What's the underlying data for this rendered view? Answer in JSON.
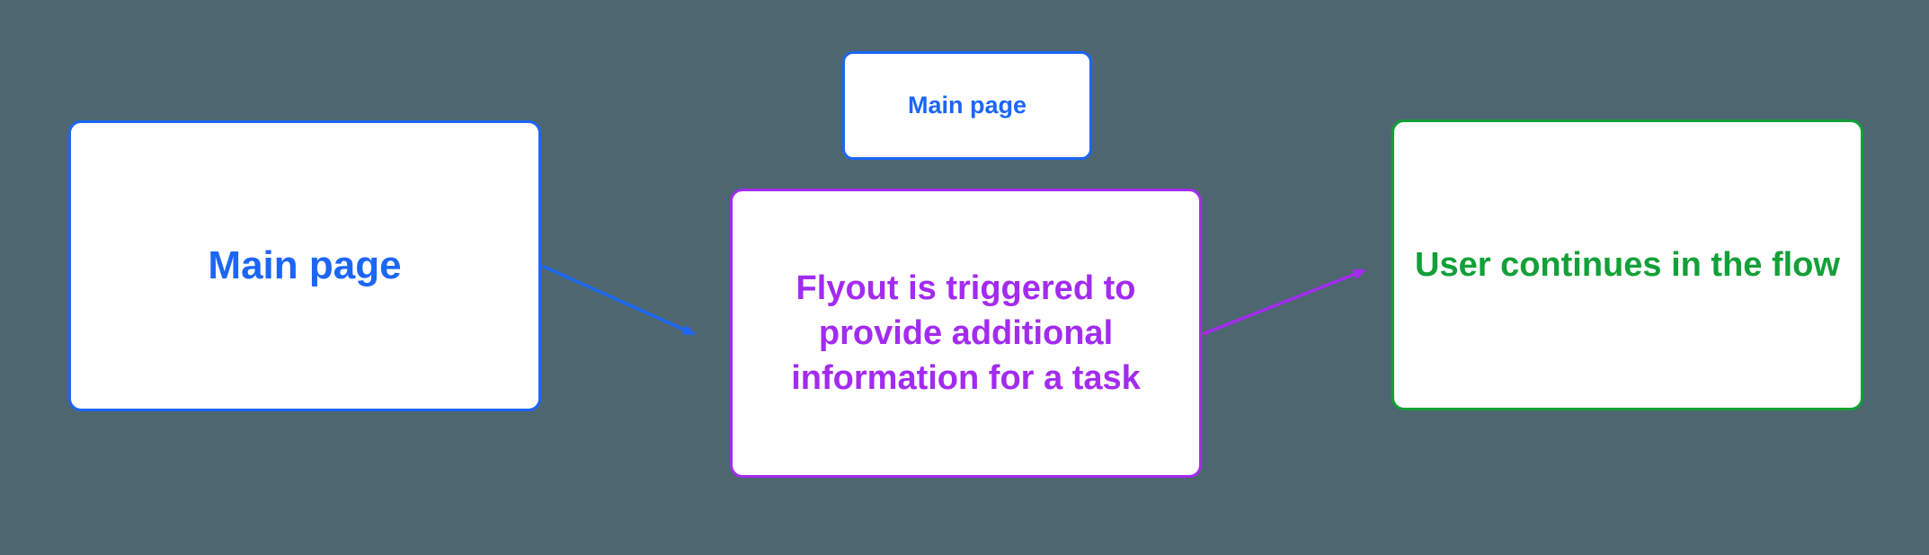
{
  "app": {
    "background_color": "#4D6670"
  },
  "diagram": {
    "nodes": [
      {
        "id": "main-page-left",
        "label": "Main page",
        "accent_color": "#1C66F5",
        "fill": "#FFFFFF"
      },
      {
        "id": "main-page-top",
        "label": "Main page",
        "accent_color": "#1C66F5",
        "fill": "#FFFFFF"
      },
      {
        "id": "flyout-info",
        "label": "Flyout is triggered to provide additional information for a task",
        "accent_color": "#A32BF0",
        "fill": "#FFFFFF"
      },
      {
        "id": "user-continues",
        "label": "User continues in the flow",
        "accent_color": "#12A038",
        "fill": "#FFFFFF"
      }
    ],
    "edges": [
      {
        "id": "edge-main-to-flyout",
        "from": "main-page-left",
        "to": "flyout-info",
        "color": "#1C66F5",
        "style": "straight-arrow"
      },
      {
        "id": "edge-flyout-to-continue",
        "from": "flyout-info",
        "to": "user-continues",
        "color": "#A32BF0",
        "style": "straight-arrow"
      }
    ]
  }
}
